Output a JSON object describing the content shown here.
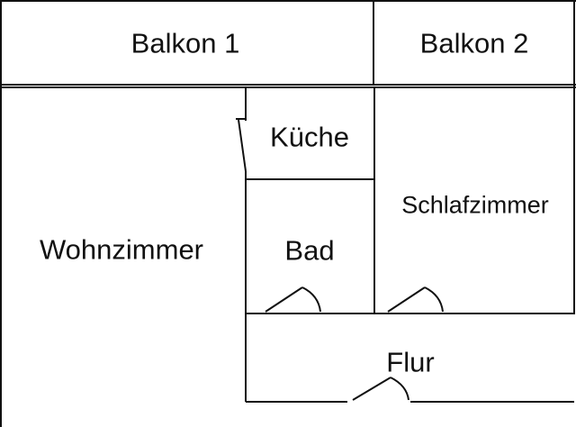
{
  "rooms": {
    "balkon_1": "Balkon 1",
    "balkon_2": "Balkon 2",
    "kueche": "Küche",
    "schlafzimmer": "Schlafzimmer",
    "wohnzimmer": "Wohnzimmer",
    "bad": "Bad",
    "flur": "Flur"
  },
  "style": {
    "line_color": "#111111",
    "background": "#ffffff"
  }
}
